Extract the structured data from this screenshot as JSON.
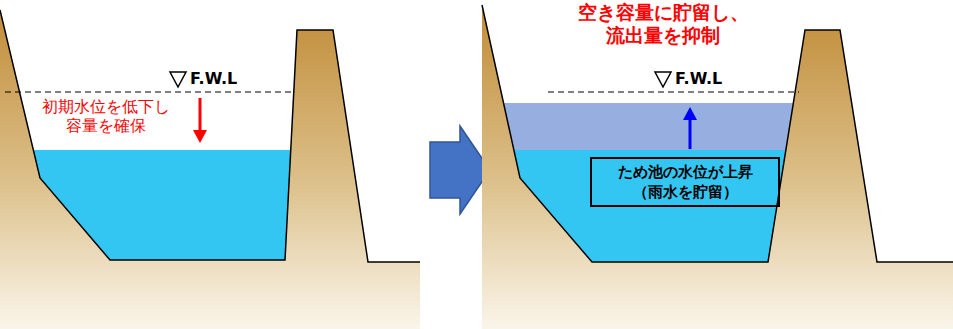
{
  "diagram": {
    "nodes": [
      {
        "text": [
          "ため池の水位が上昇 （雨水を貯留）"
        ]
      }
    ],
    "labels": [
      "F.W.L",
      "初期水位を低下し 容量を確保",
      "空き容量に貯留し、 流出量を抑制",
      "F.W.L"
    ]
  }
}
